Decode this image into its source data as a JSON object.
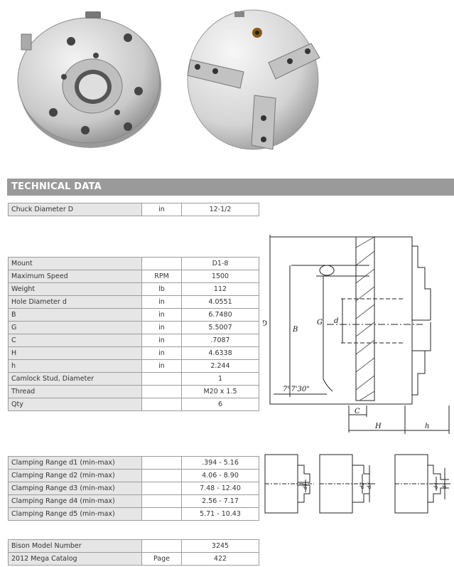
{
  "section_title": "TECHNICAL DATA",
  "tables": [
    {
      "rows": [
        {
          "label": "Chuck Diameter D",
          "unit": "in",
          "value": "12-1/2"
        }
      ]
    },
    {
      "rows": [
        {
          "label": "Mount",
          "unit": "",
          "value": "D1-8"
        },
        {
          "label": "Maximum Speed",
          "unit": "RPM",
          "value": "1500"
        },
        {
          "label": "Weight",
          "unit": "lb",
          "value": "112"
        },
        {
          "label": "Hole Diameter d",
          "unit": "in",
          "value": "4.0551"
        },
        {
          "label": "B",
          "unit": "in",
          "value": "6.7480"
        },
        {
          "label": "G",
          "unit": "in",
          "value": "5.5007"
        },
        {
          "label": "C",
          "unit": "in",
          "value": ".7087"
        },
        {
          "label": "H",
          "unit": "in",
          "value": "4.6338"
        },
        {
          "label": "h",
          "unit": "in",
          "value": "2.244"
        },
        {
          "label": "Camlock Stud, Diameter",
          "unit": "",
          "value": "1"
        },
        {
          "label": "Thread",
          "unit": "",
          "value": "M20 x 1.5"
        },
        {
          "label": "Qty",
          "unit": "",
          "value": "6"
        }
      ]
    },
    {
      "rows": [
        {
          "label": "Clamping Range d1 (min-max)",
          "unit": "",
          "value": ".394 - 5.16"
        },
        {
          "label": "Clamping Range d2 (min-max)",
          "unit": "",
          "value": "4.06 - 8.90"
        },
        {
          "label": "Clamping Range d3 (min-max)",
          "unit": "",
          "value": "7.48 - 12.40"
        },
        {
          "label": "Clamping Range d4 (min-max)",
          "unit": "",
          "value": "2.56 - 7.17"
        },
        {
          "label": "Clamping Range d5 (min-max)",
          "unit": "",
          "value": "5.71 - 10.43"
        }
      ]
    },
    {
      "rows": [
        {
          "label": "Bison Model Number",
          "unit": "",
          "value": "3245"
        },
        {
          "label": "2012 Mega Catalog",
          "unit": "Page",
          "value": "422"
        }
      ]
    }
  ],
  "diagram_labels": {
    "D": "D",
    "B": "B",
    "G": "G",
    "d": "d",
    "C": "C",
    "H": "H",
    "h": "h",
    "angle": "7°7'30\"",
    "d1": "d1",
    "d2": "d2",
    "d3": "d3",
    "d4": "d4",
    "d5": "d5"
  },
  "colors": {
    "header_bar": "#9a9a9a",
    "label_cell": "#e6e6e6",
    "border": "#9c9c9c"
  }
}
